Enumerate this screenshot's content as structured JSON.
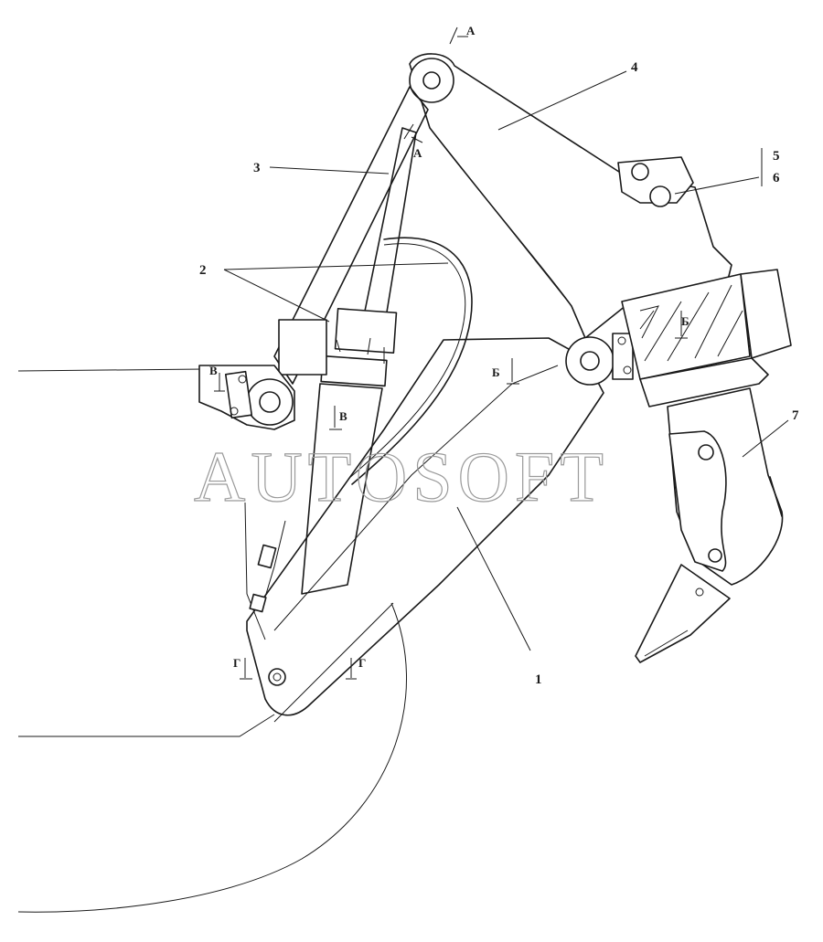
{
  "callouts": {
    "c1": "1",
    "c2": "2",
    "c3": "3",
    "c4": "4",
    "c5": "5",
    "c6": "6",
    "c7": "7"
  },
  "sections": {
    "a_top": "А",
    "a_mid": "А",
    "b_right": "Б",
    "b_block": "Б",
    "v_left": "В",
    "v_mid": "В",
    "g_left": "Г",
    "g_right": "Г"
  },
  "watermark": "AUTOSOFT",
  "colors": {
    "line": "#1a1a1a",
    "watermark": "#9a9a9a",
    "background": "#ffffff"
  }
}
